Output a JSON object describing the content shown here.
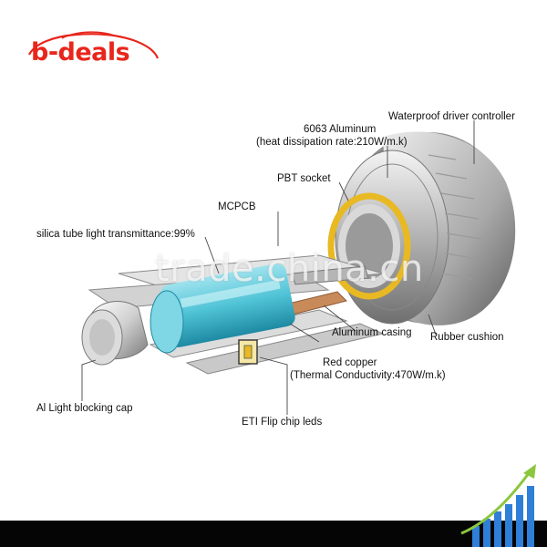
{
  "brand": {
    "name": "b-deals",
    "accent": "#e8261c"
  },
  "watermark": {
    "text": "trade.china.cn"
  },
  "labels": {
    "driver": "Waterproof driver controller",
    "aluminum_title": "6063 Aluminum",
    "aluminum_rate": "(heat dissipation rate:210W/m.k)",
    "pbt": "PBT socket",
    "mcpcb": "MCPCB",
    "silica": "silica tube light transmittance:99%",
    "casing": "Aluminum casing",
    "rubber": "Rubber cushion",
    "copper_title": "Red copper",
    "copper_rate": "(Thermal Conductivity:470W/m.k)",
    "cap": "Al Light blocking cap",
    "leds": "ETI Flip chip leds"
  },
  "colors": {
    "tube": "#4fc3d6",
    "ring": "#e8b923",
    "bars": "#2f7fd8",
    "arrow": "#8bc63f",
    "ornament": "#e3c77a"
  }
}
